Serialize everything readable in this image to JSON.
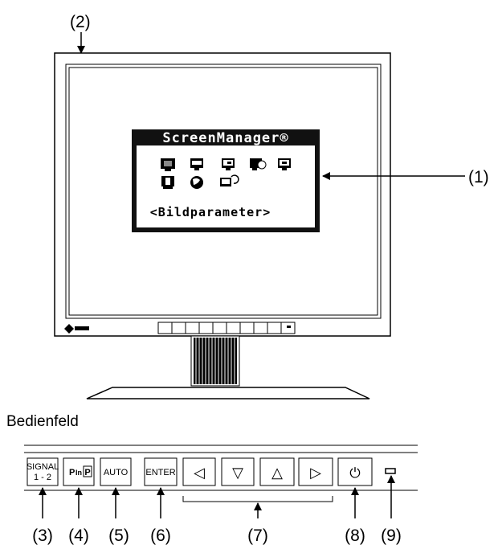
{
  "callouts": {
    "c1": "(1)",
    "c2": "(2)",
    "c3": "(3)",
    "c4": "(4)",
    "c5": "(5)",
    "c6": "(6)",
    "c7": "(7)",
    "c8": "(8)",
    "c9": "(9)"
  },
  "osd": {
    "title": "ScreenManager®",
    "menu_label": "<Bildparameter>",
    "icons": [
      "screen-icon",
      "color-icon",
      "pip-icon",
      "powermanager-icon",
      "others-icon",
      "info-icon",
      "language-icon",
      "reset-icon"
    ]
  },
  "section_title": "Bedienfeld",
  "panel": {
    "signal_label": "SIGNAL",
    "signal_sub": "1 - 2",
    "pinp_label_p": "P",
    "pinp_label_in": "In",
    "auto_label": "AUTO",
    "enter_label": "ENTER",
    "arrows": [
      "◁",
      "▽",
      "△",
      "▷"
    ],
    "power_glyph": "⏻"
  },
  "colors": {
    "line": "#000000",
    "osd_bg": "#111111",
    "osd_panel": "#ffffff"
  }
}
